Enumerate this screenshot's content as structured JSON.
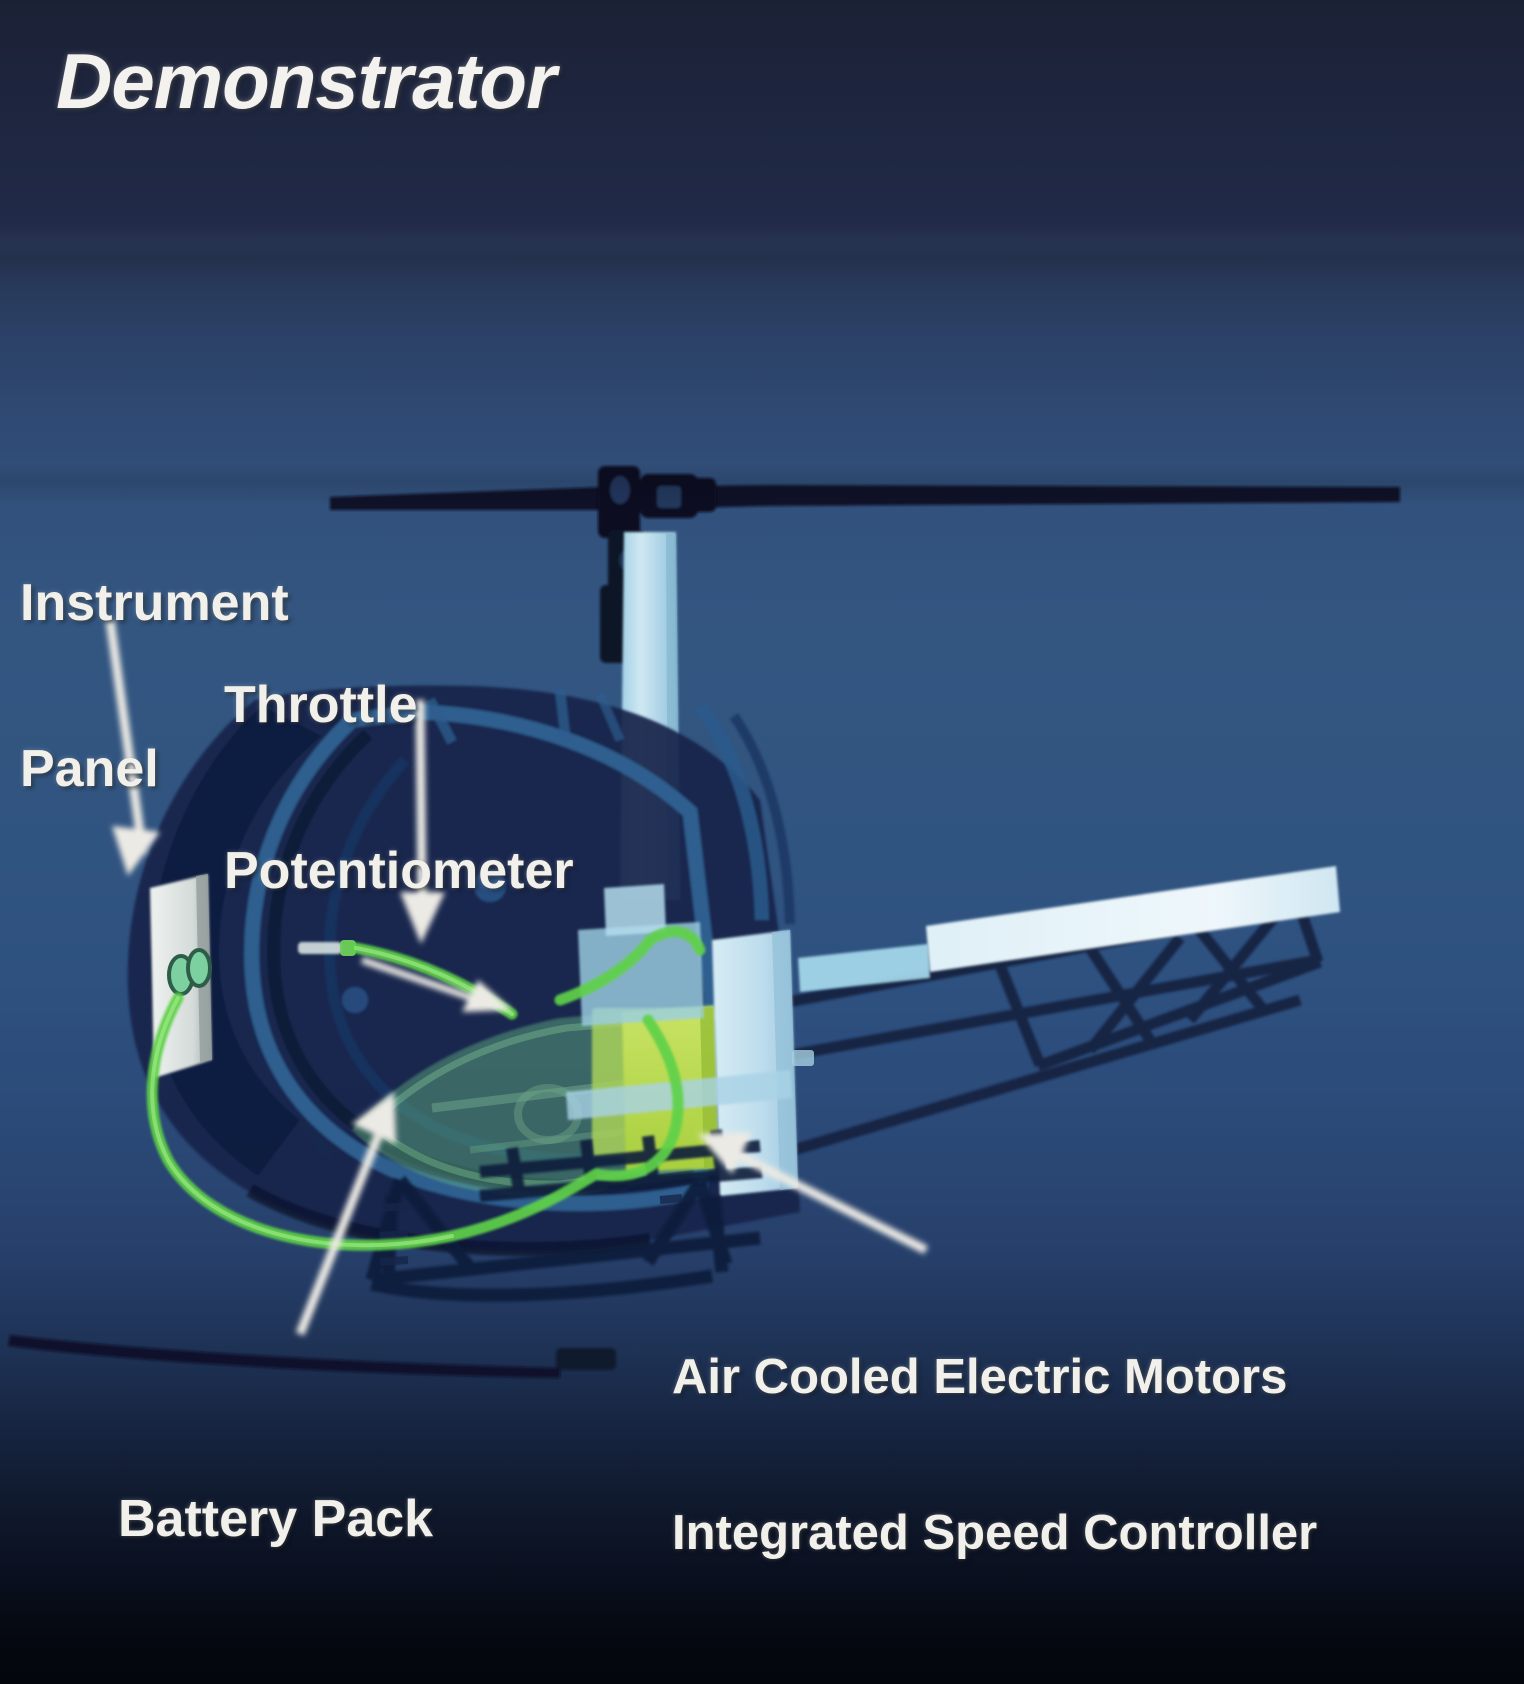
{
  "slide": {
    "title": "Demonstrator",
    "background_top_color": "#1b2135",
    "background_mid_color": "#335681",
    "background_bottom_color": "#03060c",
    "label_text_color": "#f2f0ea"
  },
  "callouts": {
    "instrument_panel": {
      "line1": "Instrument",
      "line2": "Panel",
      "icon": "down-arrow-icon"
    },
    "throttle_potentiometer": {
      "line1": "Throttle",
      "line2": "Potentiometer",
      "icon": "down-arrow-icon"
    },
    "battery_pack": {
      "line1": "Battery Pack",
      "icon": "up-right-arrow-icon"
    },
    "motors": {
      "line1": "Air Cooled Electric Motors",
      "line2": "Integrated Speed Controller",
      "icon": "up-left-arrow-icon"
    }
  },
  "diagram": {
    "subject": "electric helicopter cutaway",
    "colors": {
      "airframe_outline": "#0d1b38",
      "canopy_fill": "#1c2c54",
      "canopy_highlight": "#2d5b93",
      "mast_light_blue": "#b8dcec",
      "panel_light_blue": "#c6e2ef",
      "motor_green": "#b7d94e",
      "battery_green": "#8fd08a",
      "wire_green": "#5fd14a",
      "instrument_panel_gray": "#dfe3e2",
      "rotor_dark": "#0a1022"
    },
    "parts": [
      "main rotor blade",
      "rotor head",
      "main mast",
      "canopy bubble",
      "instrument panel box",
      "throttle potentiometer",
      "battery pack",
      "air cooled electric motors",
      "integrated speed controller",
      "tail boom",
      "horizontal stabilizer",
      "landing skids",
      "tail rotor"
    ]
  }
}
